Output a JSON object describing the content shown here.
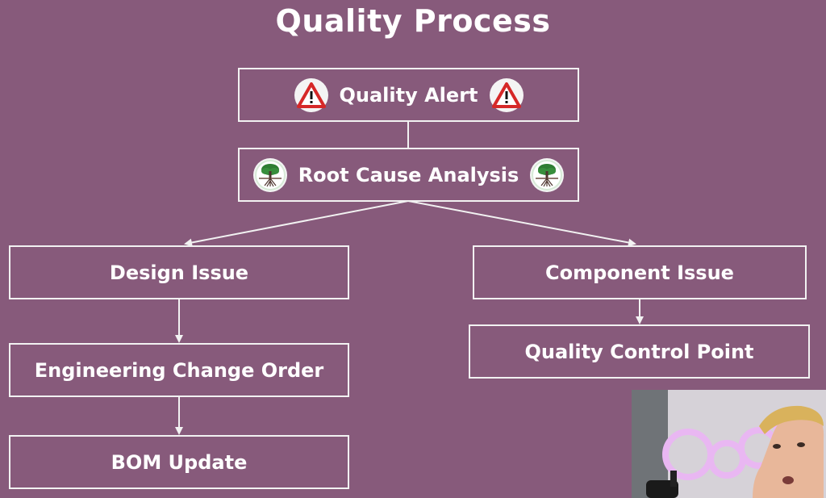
{
  "title": "Quality Process",
  "nodes": {
    "quality_alert": "Quality Alert",
    "root_cause": "Root Cause Analysis",
    "design_issue": "Design Issue",
    "component_issue": "Component Issue",
    "eco": "Engineering Change Order",
    "qcp": "Quality Control Point",
    "bom_update": "BOM Update"
  },
  "icons": {
    "alert": "warning-triangle-icon",
    "root_cause": "tree-roots-icon"
  },
  "colors": {
    "background": "#875a7b",
    "box_border": "#f2f2f2",
    "text": "#ffffff",
    "alert_red": "#d62828"
  }
}
